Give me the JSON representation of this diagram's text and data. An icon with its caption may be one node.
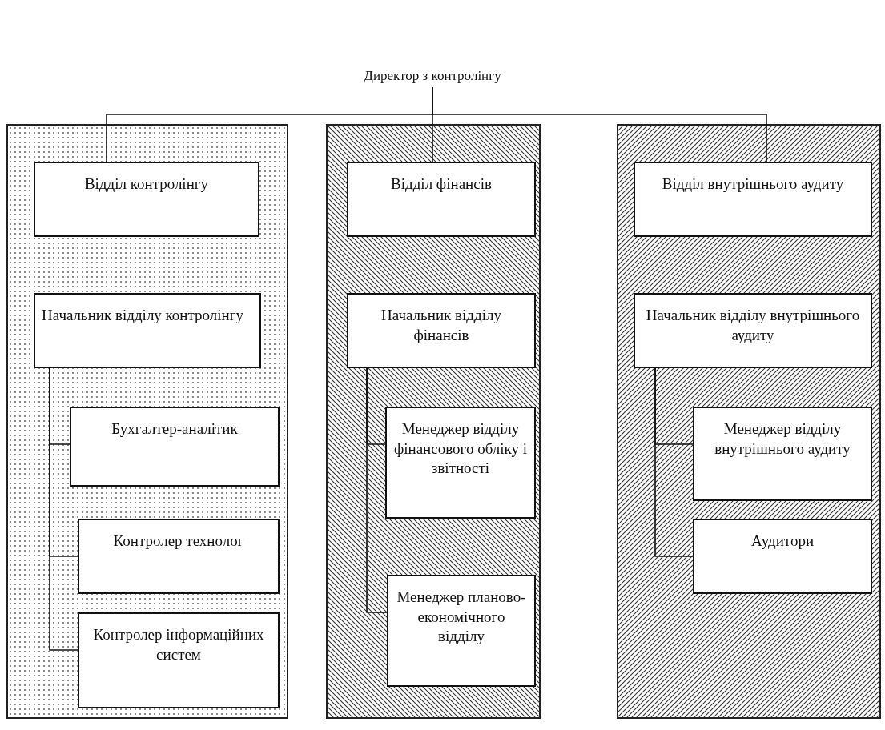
{
  "diagram": {
    "nodes": [
      {
        "text": [
          "Директор з контролінгу"
        ]
      },
      {
        "text": [],
        "shape": "box"
      },
      {
        "text": [
          "Відділ контролінгу"
        ],
        "in": 1
      },
      {
        "text": [
          "Начальник відділу контролінгу"
        ],
        "in": 1
      },
      {
        "text": [
          "Бухгалтер-аналітик"
        ],
        "in": 1
      },
      {
        "text": [
          "Контролер технолог"
        ],
        "in": 1
      },
      {
        "text": [
          "Контролер інформаційних систем"
        ],
        "in": 1
      },
      {
        "text": [],
        "shape": "box"
      },
      {
        "text": [
          "Відділ фінансів"
        ],
        "in": 7
      },
      {
        "text": [
          "Начальник відділу фінансів"
        ],
        "in": 7
      },
      {
        "text": [
          "Менеджер відділу фінансового обліку і звітності"
        ],
        "in": 7
      },
      {
        "text": [
          "Менеджер планово-економічного відділу"
        ],
        "in": 7
      },
      {
        "text": [],
        "shape": "box"
      },
      {
        "text": [
          "Відділ внутрішнього аудиту"
        ],
        "in": 12
      },
      {
        "text": [
          "Начальник відділу внутрішнього аудиту"
        ],
        "in": 12
      },
      {
        "text": [
          "Менеджер відділу внутрішнього аудиту"
        ],
        "in": 12
      },
      {
        "text": [
          "Аудитори"
        ],
        "in": 12
      }
    ],
    "edges": [
      {
        "from": 0,
        "to": 2,
        "arrow": "none"
      },
      {
        "from": 0,
        "to": 8,
        "arrow": "none"
      },
      {
        "from": 0,
        "to": 13,
        "arrow": "none"
      },
      {
        "from": 3,
        "to": 4,
        "arrow": "none"
      },
      {
        "from": 3,
        "to": 5,
        "arrow": "none"
      },
      {
        "from": 3,
        "to": 6,
        "arrow": "none"
      },
      {
        "from": 9,
        "to": 10,
        "arrow": "none"
      },
      {
        "from": 9,
        "to": 11,
        "arrow": "none"
      },
      {
        "from": 14,
        "to": 15,
        "arrow": "none"
      },
      {
        "from": 14,
        "to": 16,
        "arrow": "none"
      }
    ]
  }
}
